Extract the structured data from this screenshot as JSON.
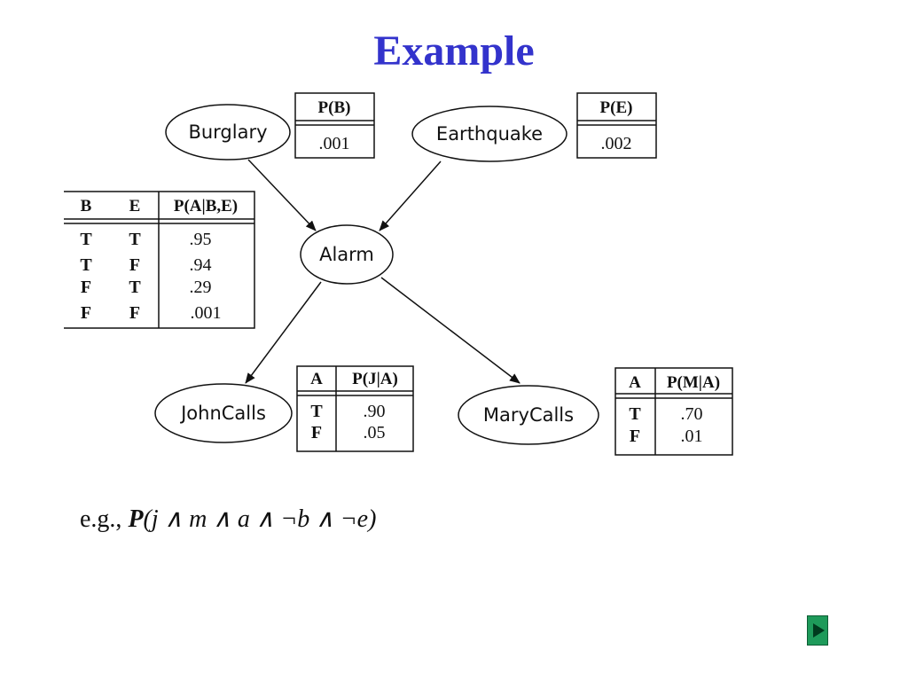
{
  "title": "Example",
  "nodes": {
    "burglary": "Burglary",
    "earthquake": "Earthquake",
    "alarm": "Alarm",
    "johncalls": "JohnCalls",
    "marycalls": "MaryCalls"
  },
  "cpt_b": {
    "header": "P(B)",
    "value": ".001"
  },
  "cpt_e": {
    "header": "P(E)",
    "value": ".002"
  },
  "cpt_a": {
    "headers": [
      "B",
      "E",
      "P(A|B,E)"
    ],
    "rows": [
      [
        "T",
        "T",
        ".95"
      ],
      [
        "T",
        "F",
        ".94"
      ],
      [
        "F",
        "T",
        ".29"
      ],
      [
        "F",
        "F",
        ".001"
      ]
    ]
  },
  "cpt_j": {
    "headers": [
      "A",
      "P(J|A)"
    ],
    "rows": [
      [
        "T",
        ".90"
      ],
      [
        "F",
        ".05"
      ]
    ]
  },
  "cpt_m": {
    "headers": [
      "A",
      "P(M|A)"
    ],
    "rows": [
      [
        "T",
        ".70"
      ],
      [
        "F",
        ".01"
      ]
    ]
  },
  "query": {
    "prefix": "e.g., ",
    "p": "P",
    "expr": "(j ∧ m ∧ a ∧ ¬b ∧ ¬e)"
  },
  "nav": {
    "next_icon": "next-arrow-icon"
  }
}
